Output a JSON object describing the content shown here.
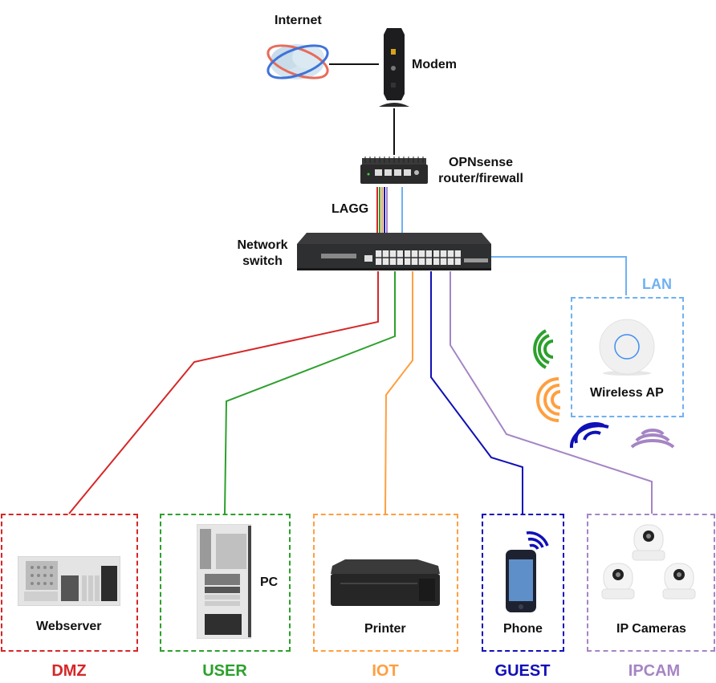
{
  "title": "Home network topology",
  "colors": {
    "dmz": "#d62728",
    "user": "#2ca02c",
    "iot": "#ff9f40",
    "guest": "#1010b8",
    "ipcam": "#a585c4",
    "lan": "#6fb1f2",
    "wire": "#111111"
  },
  "nodes": {
    "internet": "Internet",
    "modem": "Modem",
    "router_line1": "OPNsense",
    "router_line2": "router/firewall",
    "lagg": "LAGG",
    "switch_line1": "Network",
    "switch_line2": "switch",
    "lan": "LAN",
    "wireless_ap": "Wireless AP"
  },
  "zones": [
    {
      "key": "dmz",
      "label": "DMZ",
      "device": "Webserver"
    },
    {
      "key": "user",
      "label": "USER",
      "device": "PC"
    },
    {
      "key": "iot",
      "label": "IOT",
      "device": "Printer"
    },
    {
      "key": "guest",
      "label": "GUEST",
      "device": "Phone"
    },
    {
      "key": "ipcam",
      "label": "IPCAM",
      "device": "IP Cameras"
    }
  ]
}
